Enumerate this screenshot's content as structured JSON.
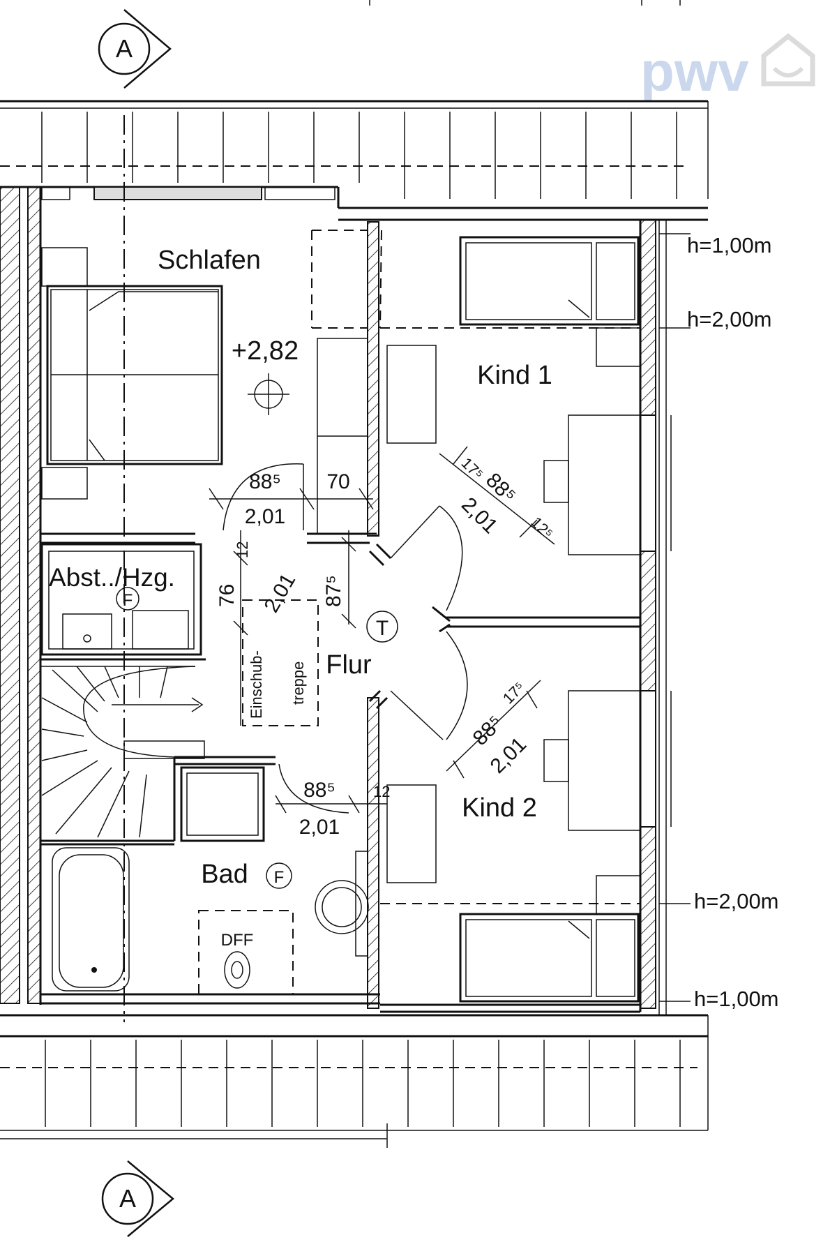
{
  "logo": {
    "text": "pwv"
  },
  "section_marker": {
    "label": "A"
  },
  "rooms": {
    "schlafen": "Schlafen",
    "kind1": "Kind 1",
    "kind2": "Kind 2",
    "flur": "Flur",
    "bad": "Bad",
    "abst": "Abst../Hzg."
  },
  "symbols": {
    "floor_heating": "F",
    "smoke_detector": "T"
  },
  "labels": {
    "level": "+2,82",
    "stair_line1": "Einschub-",
    "stair_line2": "treppe",
    "dff": "DFF"
  },
  "dims": {
    "d885": "88⁵",
    "d201": "2,01",
    "d70": "70",
    "d175": "17⁵",
    "d125": "12⁵",
    "d76": "76",
    "d12": "12",
    "d875": "87⁵",
    "d12b": "12"
  },
  "heights": {
    "h1": "h=1,00m",
    "h2": "h=2,00m"
  }
}
